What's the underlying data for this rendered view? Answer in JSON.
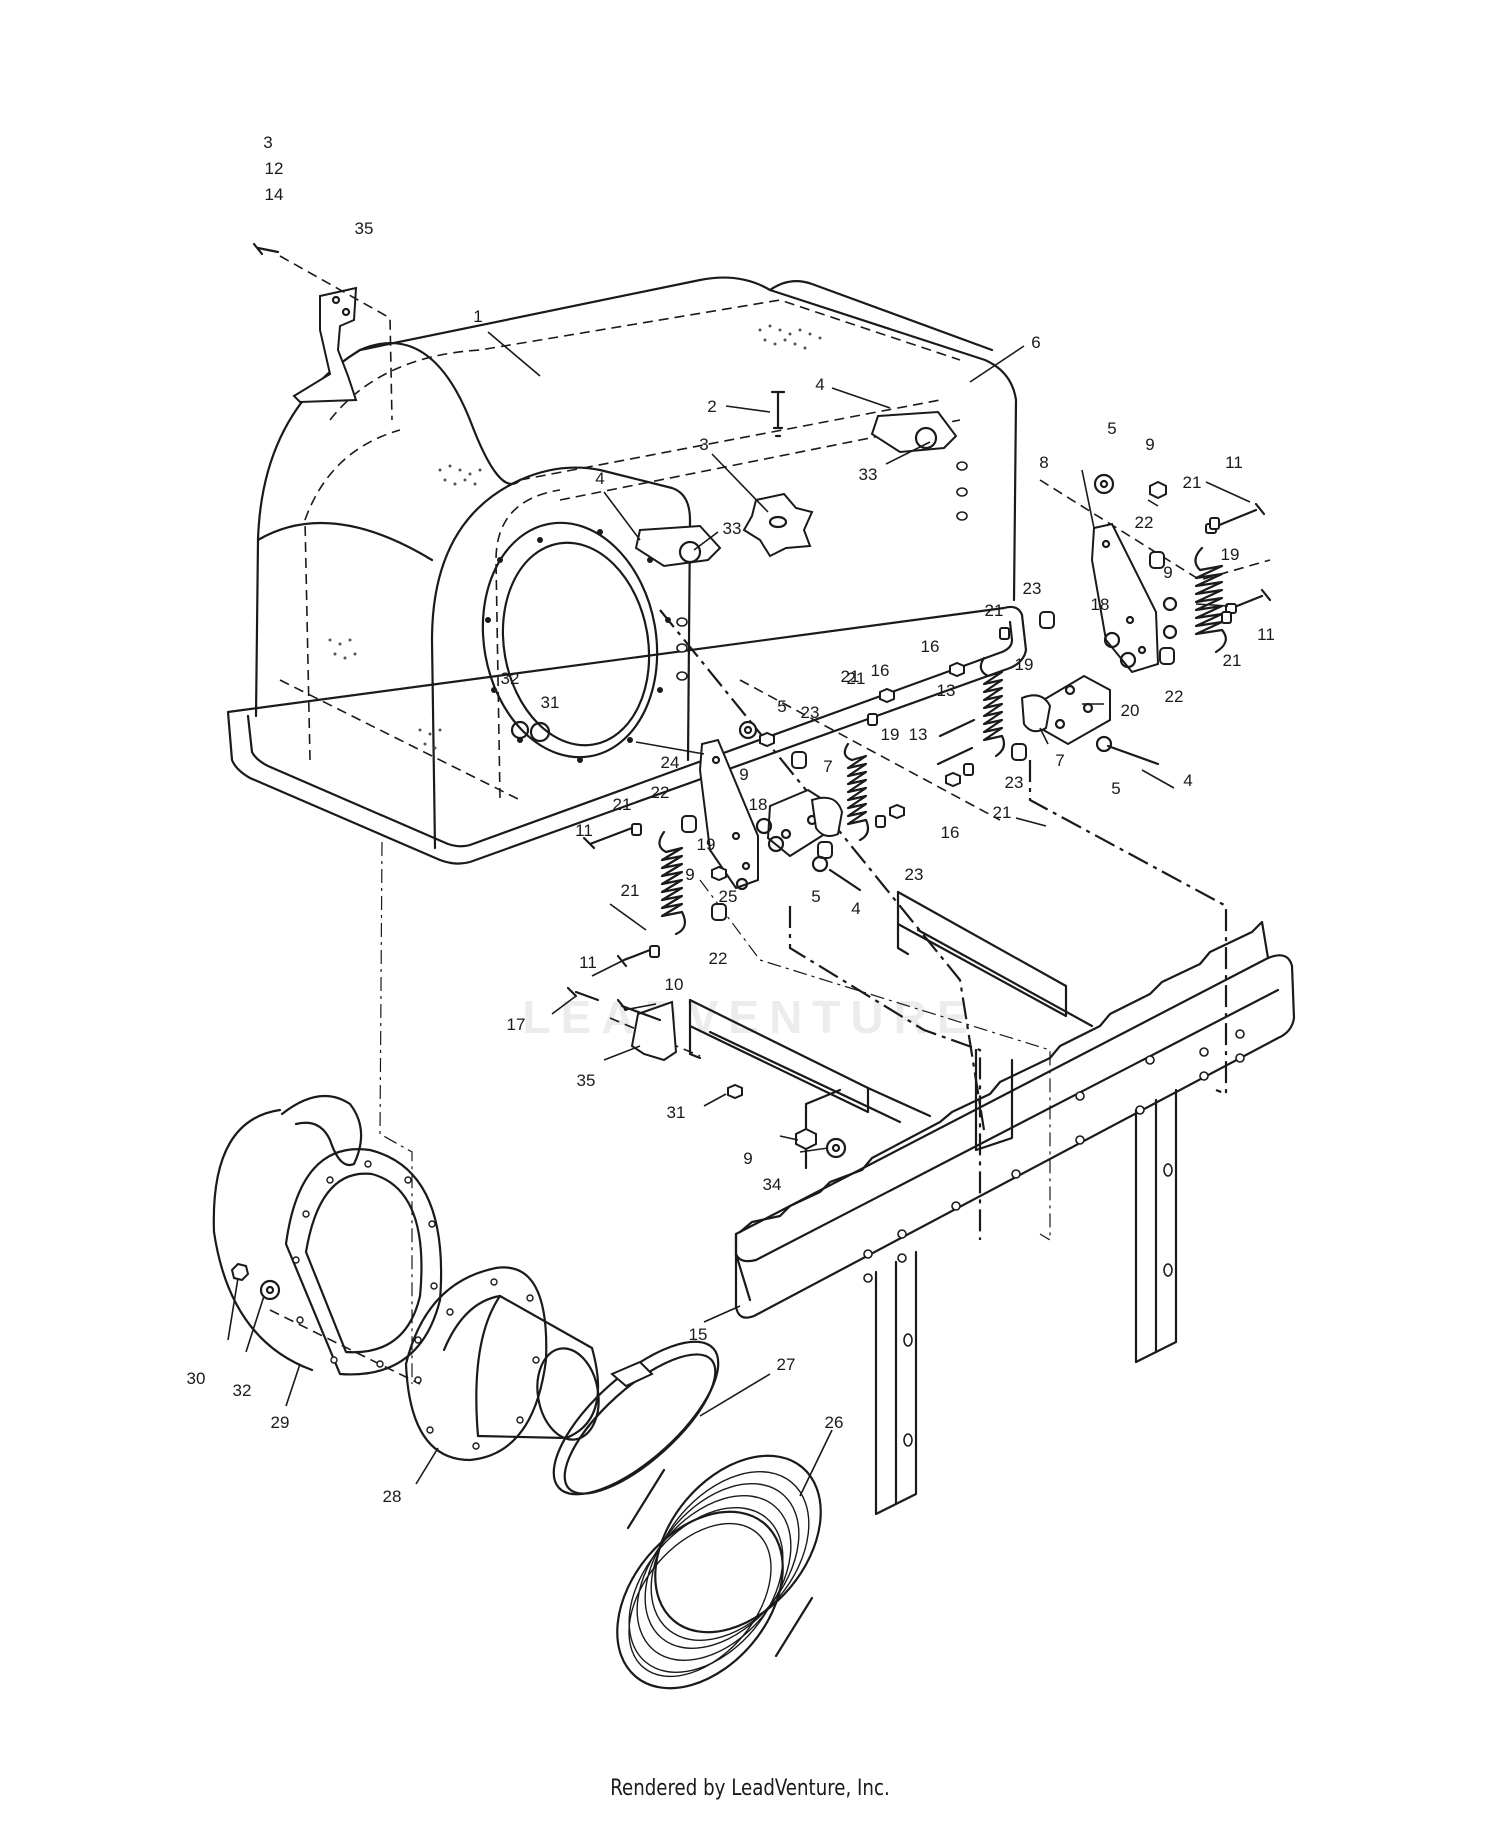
{
  "diagram": {
    "callouts": [
      {
        "text": "3"
      },
      {
        "text": "12"
      },
      {
        "text": "14"
      },
      {
        "text": "35"
      },
      {
        "text": "1"
      },
      {
        "text": "6"
      },
      {
        "text": "2"
      },
      {
        "text": "4"
      },
      {
        "text": "3"
      },
      {
        "text": "33"
      },
      {
        "text": "4"
      },
      {
        "text": "33"
      },
      {
        "text": "5"
      },
      {
        "text": "9"
      },
      {
        "text": "11"
      },
      {
        "text": "8"
      },
      {
        "text": "21"
      },
      {
        "text": "22"
      },
      {
        "text": "19"
      },
      {
        "text": "9"
      },
      {
        "text": "11"
      },
      {
        "text": "21"
      },
      {
        "text": "22"
      },
      {
        "text": "23"
      },
      {
        "text": "21"
      },
      {
        "text": "18"
      },
      {
        "text": "16"
      },
      {
        "text": "19"
      },
      {
        "text": "20"
      },
      {
        "text": "7"
      },
      {
        "text": "5"
      },
      {
        "text": "4"
      },
      {
        "text": "13"
      },
      {
        "text": "13"
      },
      {
        "text": "21"
      },
      {
        "text": "16"
      },
      {
        "text": "23"
      },
      {
        "text": "21"
      },
      {
        "text": "32"
      },
      {
        "text": "31"
      },
      {
        "text": "5"
      },
      {
        "text": "23"
      },
      {
        "text": "9"
      },
      {
        "text": "19"
      },
      {
        "text": "7"
      },
      {
        "text": "24"
      },
      {
        "text": "16"
      },
      {
        "text": "21"
      },
      {
        "text": "23"
      },
      {
        "text": "21"
      },
      {
        "text": "22"
      },
      {
        "text": "18"
      },
      {
        "text": "11"
      },
      {
        "text": "19"
      },
      {
        "text": "9"
      },
      {
        "text": "25"
      },
      {
        "text": "5"
      },
      {
        "text": "4"
      },
      {
        "text": "21"
      },
      {
        "text": "11"
      },
      {
        "text": "22"
      },
      {
        "text": "10"
      },
      {
        "text": "17"
      },
      {
        "text": "35"
      },
      {
        "text": "31"
      },
      {
        "text": "9"
      },
      {
        "text": "34"
      },
      {
        "text": "15"
      },
      {
        "text": "27"
      },
      {
        "text": "26"
      },
      {
        "text": "30"
      },
      {
        "text": "32"
      },
      {
        "text": "29"
      },
      {
        "text": "28"
      }
    ]
  },
  "watermark": "LEADVENTURE",
  "footer": {
    "text": "Rendered by LeadVenture, Inc."
  }
}
